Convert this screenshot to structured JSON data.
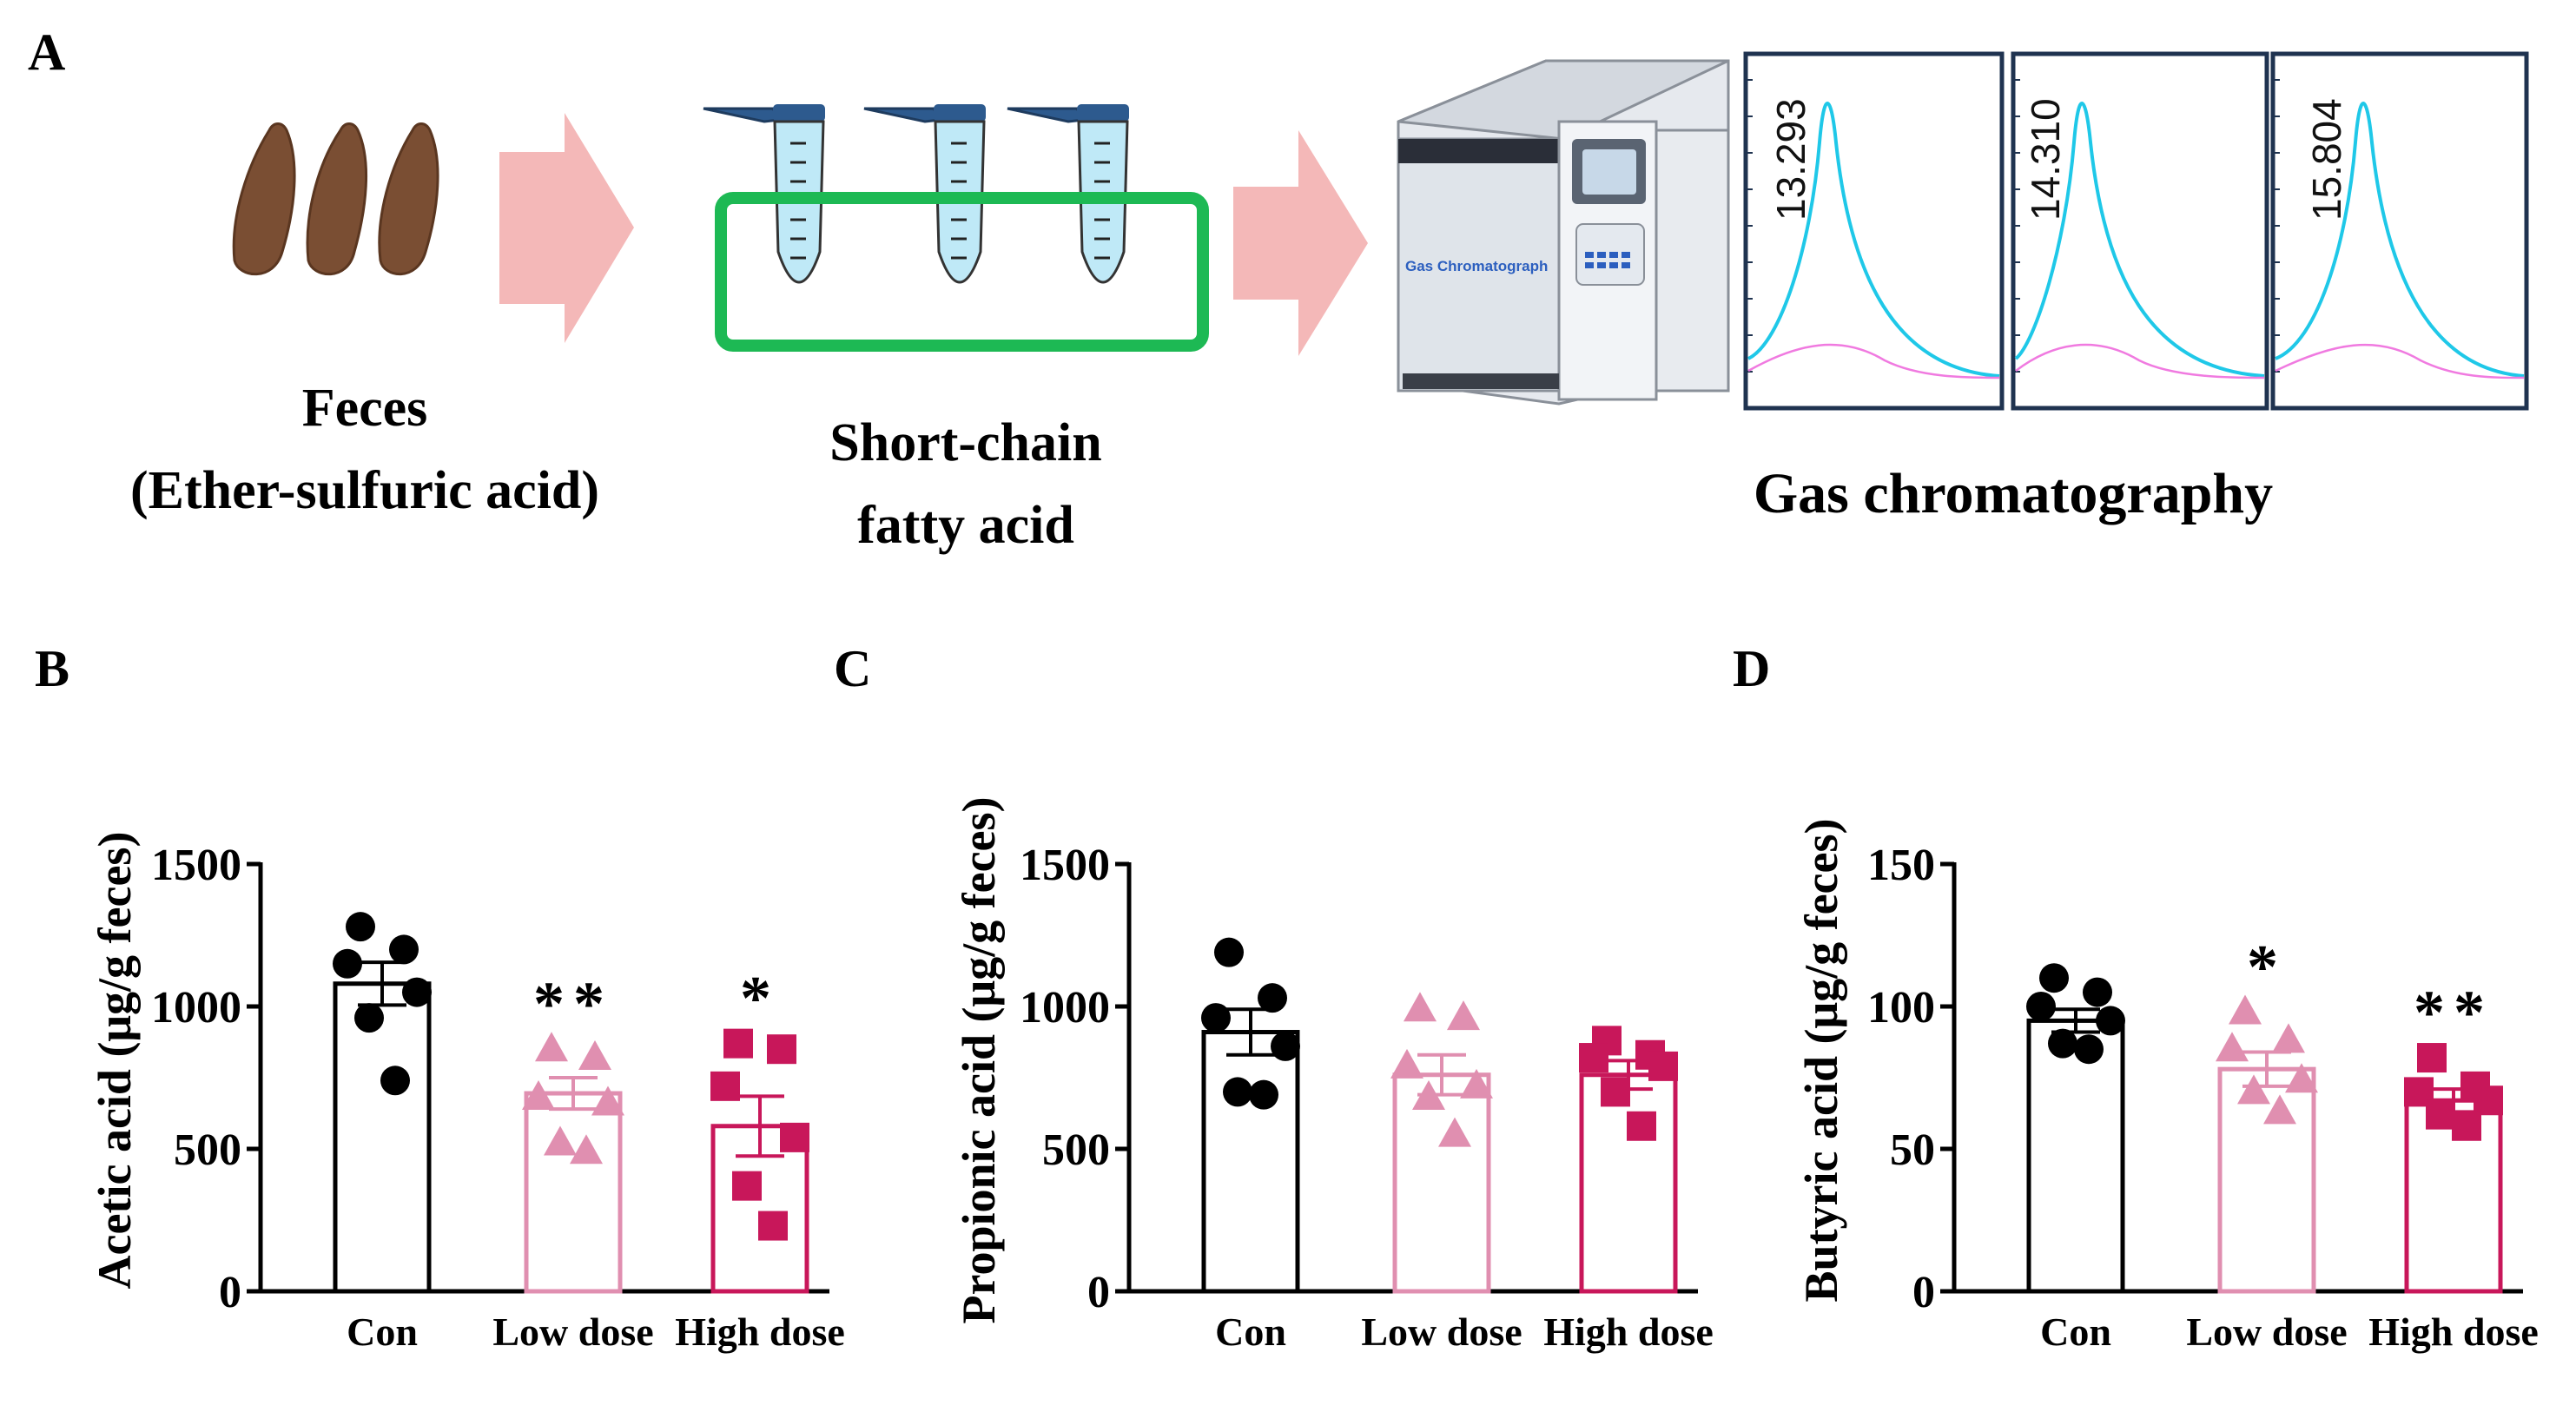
{
  "panel_a": {
    "letter": "A",
    "feces_label_line1": "Feces",
    "feces_label_line2": "(Ether-sulfuric acid)",
    "scfa_label_line1": "Short-chain",
    "scfa_label_line2": "fatty acid",
    "gc_machine_text": "Gas Chromatograph",
    "gc_label": "Gas chromatography",
    "peaks": [
      "13.293",
      "14.310",
      "15.804"
    ],
    "colors": {
      "arrow": "#f4b8b8",
      "feces": "#7a4e33",
      "box": "#1db954",
      "tube": "#bfe9f7",
      "trace_main": "#1fc8e8",
      "trace_sub": "#f07ae0",
      "frame": "#1f3350"
    }
  },
  "chart_data": [
    {
      "panel": "B",
      "type": "bar",
      "ylabel": "Acetic acid (μg/g feces)",
      "ylim": [
        0,
        1500
      ],
      "yticks": [
        "0",
        "500",
        "1000",
        "1500"
      ],
      "categories": [
        "Con",
        "Low dose",
        "High dose"
      ],
      "means": [
        1080,
        695,
        580
      ],
      "sem": [
        75,
        55,
        105
      ],
      "points": [
        [
          1280,
          1200,
          1150,
          1050,
          960,
          740
        ],
        [
          850,
          820,
          680,
          660,
          520,
          490
        ],
        [
          870,
          850,
          720,
          540,
          370,
          230
        ]
      ],
      "significance": [
        "",
        "**",
        "*"
      ]
    },
    {
      "panel": "C",
      "type": "bar",
      "ylabel": "Propionic acid (μg/g feces)",
      "ylim": [
        0,
        1500
      ],
      "yticks": [
        "0",
        "500",
        "1000",
        "1500"
      ],
      "categories": [
        "Con",
        "Low dose",
        "High dose"
      ],
      "means": [
        910,
        760,
        760
      ],
      "sem": [
        80,
        70,
        50
      ],
      "points": [
        [
          1190,
          1030,
          960,
          860,
          700,
          690
        ],
        [
          990,
          960,
          790,
          720,
          680,
          550
        ],
        [
          880,
          830,
          820,
          790,
          700,
          580
        ]
      ],
      "significance": [
        "",
        "",
        ""
      ]
    },
    {
      "panel": "D",
      "type": "bar",
      "ylabel": "Butyric acid (μg/g feces)",
      "ylim": [
        0,
        150
      ],
      "yticks": [
        "0",
        "50",
        "100",
        "150"
      ],
      "categories": [
        "Con",
        "Low dose",
        "High dose"
      ],
      "means": [
        95,
        78,
        67
      ],
      "sem": [
        4,
        6,
        4
      ],
      "points": [
        [
          110,
          105,
          100,
          95,
          87,
          85
        ],
        [
          98,
          88,
          85,
          74,
          70,
          63
        ],
        [
          82,
          72,
          70,
          67,
          62,
          58
        ]
      ],
      "significance": [
        "",
        "*",
        "**"
      ]
    }
  ],
  "series_colors": [
    "#000000",
    "#e08fb0",
    "#c8175a"
  ],
  "markers": [
    "circle",
    "triangle",
    "square"
  ]
}
